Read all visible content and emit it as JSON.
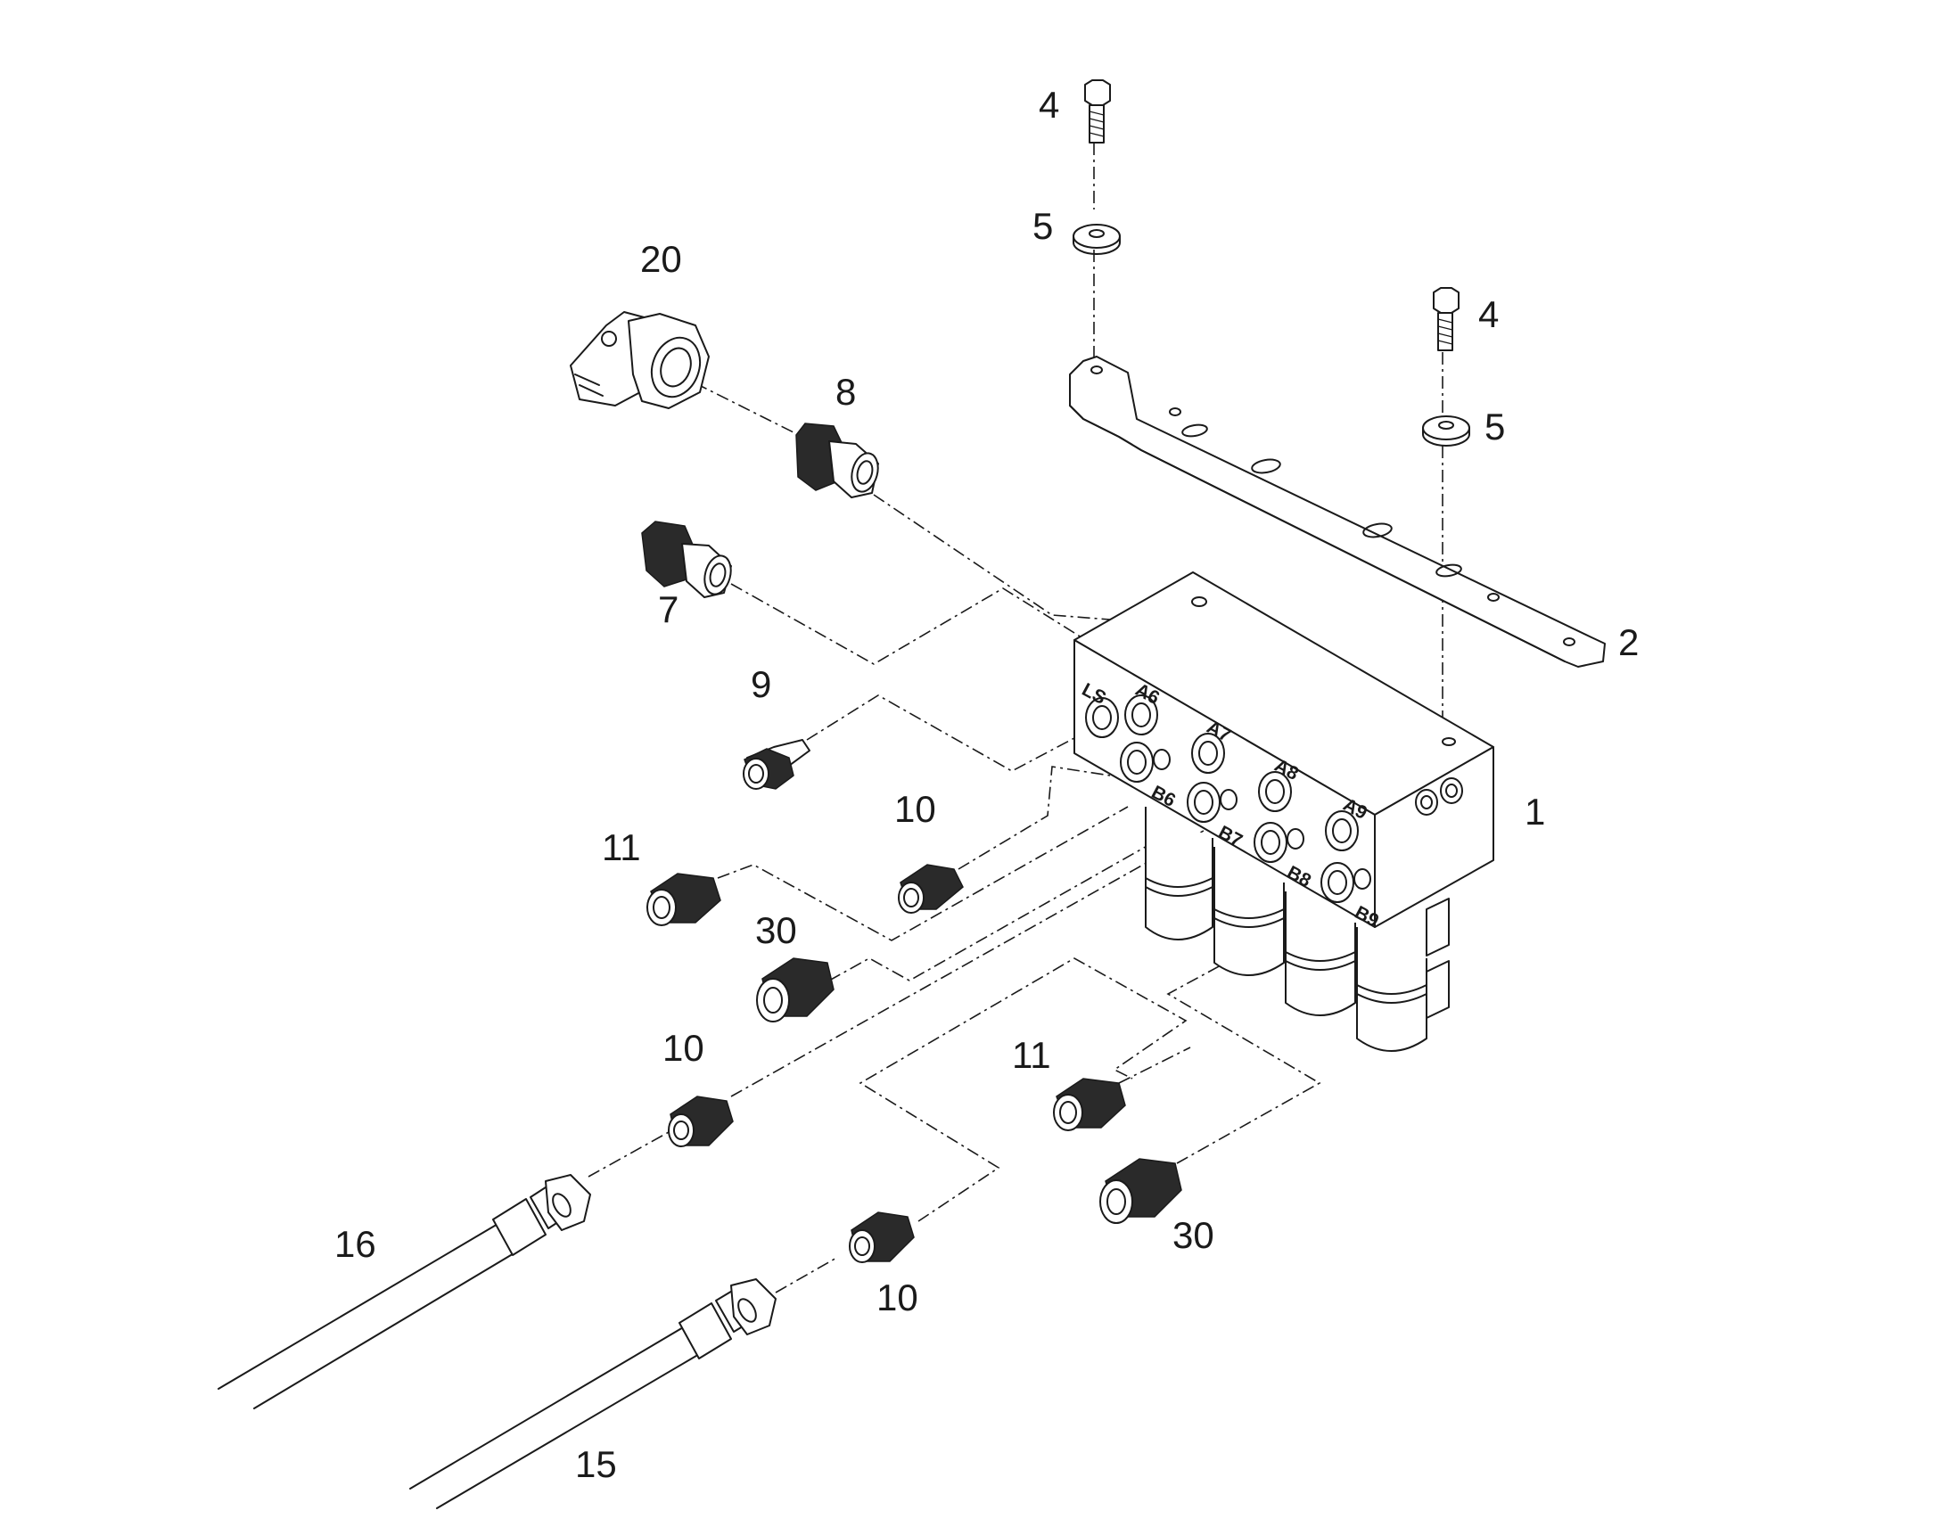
{
  "diagram": {
    "type": "exploded-parts-view",
    "callouts": [
      {
        "id": "c1",
        "label": "1"
      },
      {
        "id": "c2",
        "label": "2"
      },
      {
        "id": "c4a",
        "label": "4"
      },
      {
        "id": "c4b",
        "label": "4"
      },
      {
        "id": "c5a",
        "label": "5"
      },
      {
        "id": "c5b",
        "label": "5"
      },
      {
        "id": "c7",
        "label": "7"
      },
      {
        "id": "c8",
        "label": "8"
      },
      {
        "id": "c9",
        "label": "9"
      },
      {
        "id": "c10a",
        "label": "10"
      },
      {
        "id": "c10b",
        "label": "10"
      },
      {
        "id": "c10c",
        "label": "10"
      },
      {
        "id": "c11a",
        "label": "11"
      },
      {
        "id": "c11b",
        "label": "11"
      },
      {
        "id": "c15",
        "label": "15"
      },
      {
        "id": "c16",
        "label": "16"
      },
      {
        "id": "c20",
        "label": "20"
      },
      {
        "id": "c30a",
        "label": "30"
      },
      {
        "id": "c30b",
        "label": "30"
      }
    ],
    "port_labels": {
      "ls": "LS",
      "a6": "A6",
      "a7": "A7",
      "a8": "A8",
      "a9": "A9",
      "b6": "B6",
      "b7": "B7",
      "b8": "B8",
      "b9": "B9"
    }
  }
}
